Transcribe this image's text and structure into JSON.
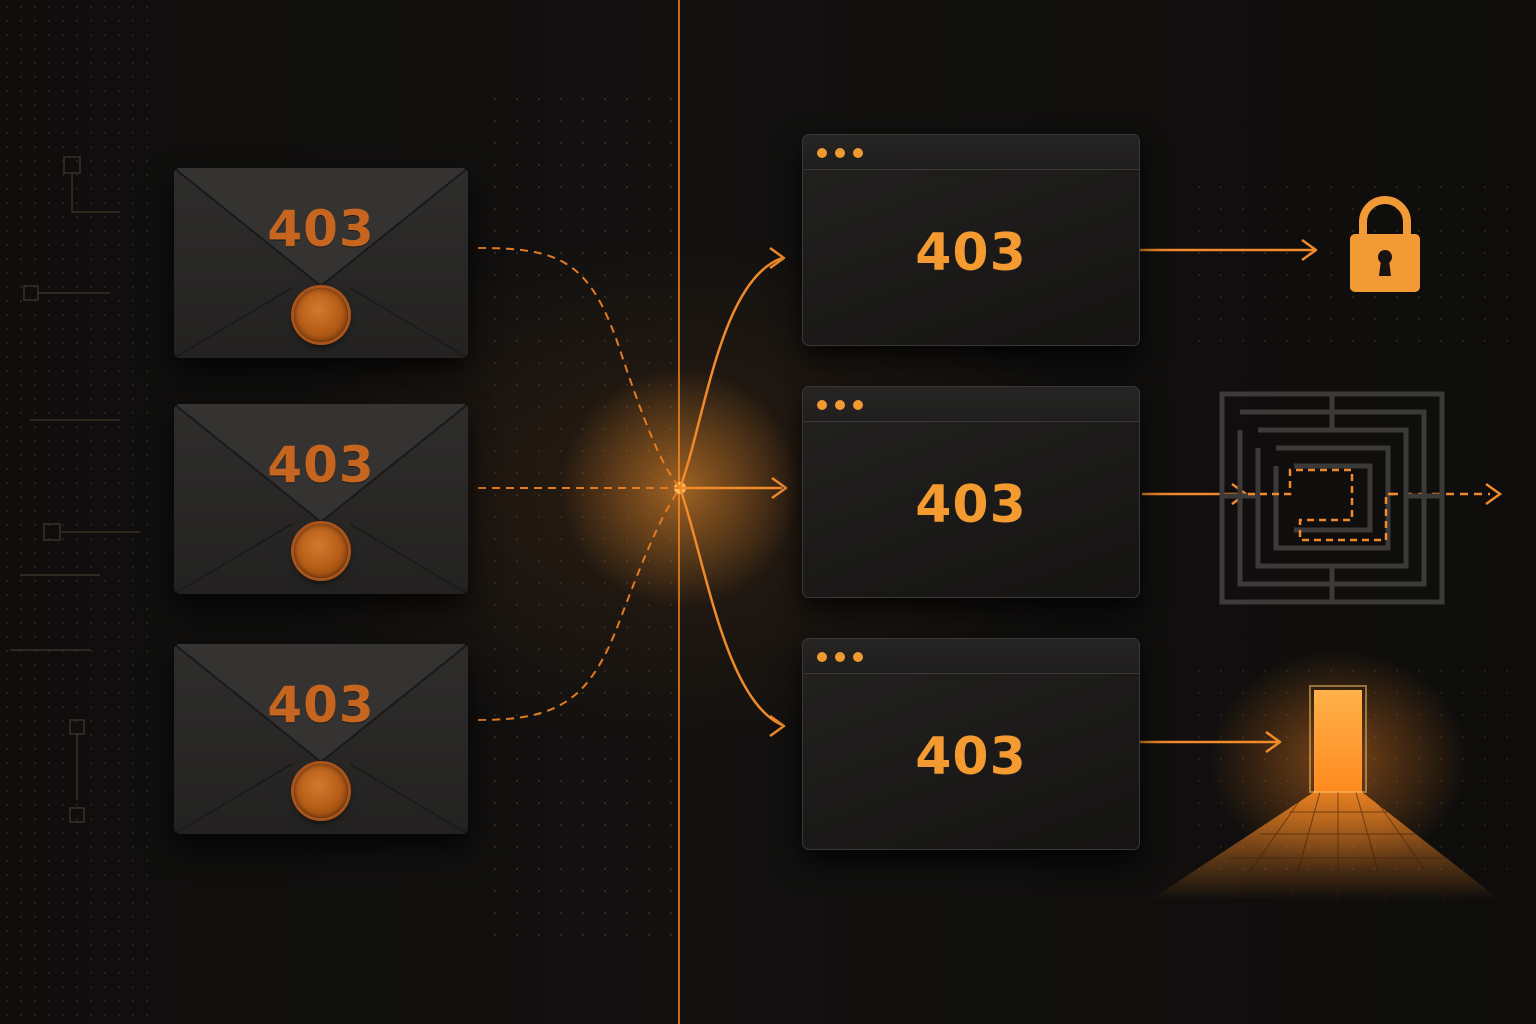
{
  "envelopes": [
    {
      "code": "403"
    },
    {
      "code": "403"
    },
    {
      "code": "403"
    }
  ],
  "windows": [
    {
      "code": "403"
    },
    {
      "code": "403"
    },
    {
      "code": "403"
    }
  ],
  "icons": {
    "top": "lock-icon",
    "middle": "maze-icon",
    "bottom": "glowing-doorway-icon"
  },
  "colors": {
    "accent": "#f39a30",
    "envelope_text": "#c5651f",
    "background": "#0d0c0b"
  }
}
